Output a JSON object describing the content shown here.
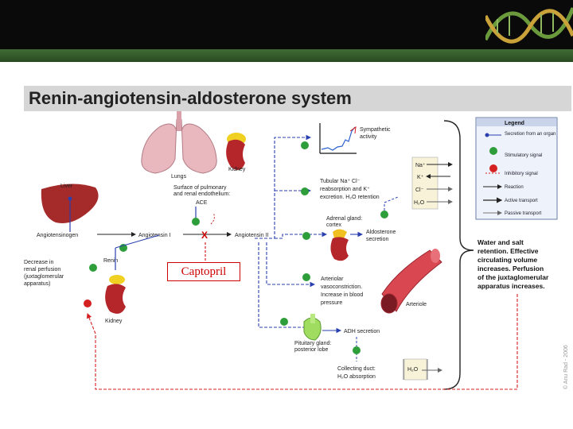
{
  "header": {
    "title": "Renin-angiotensin-aldosterone system"
  },
  "diagram": {
    "labels": {
      "lungs": "Lungs",
      "kidney_top": "Kidney",
      "surface1": "Surface of pulmonary",
      "surface2": "and renal endothelium:",
      "ace": "ACE",
      "liver": "Liver",
      "angiotensinogen": "Angiotensinogen",
      "angiotensin1": "Angiotensin I",
      "angiotensin2": "Angiotensin II",
      "decrease1": "Decrease in",
      "decrease2": "renal perfusion",
      "decrease3": "(juxtaglomerular",
      "decrease4": "apparatus)",
      "renin": "Renin",
      "kidney_bottom": "Kidney",
      "sympathetic1": "Sympathetic",
      "sympathetic2": "activity",
      "tubular1": "Tubular Na⁺ Cl⁻",
      "tubular2": "reabsorption and K⁺",
      "tubular3": "excretion. H₂O retention",
      "adrenal1": "Adrenal gland:",
      "adrenal2": "cortex",
      "aldosterone1": "Aldosterone",
      "aldosterone2": "secretion",
      "arteriolar1": "Arteriolar",
      "arteriolar2": "vasoconstriction.",
      "arteriolar3": "Increase in blood",
      "arteriolar4": "pressure",
      "arteriole": "Arteriole",
      "pituitary1": "Pituitary gland:",
      "pituitary2": "posterior lobe",
      "adh": "ADH secretion",
      "collecting1": "Collecting duct:",
      "collecting2": "H₂O absorption",
      "ion_na": "Na⁺",
      "ion_k": "K⁺",
      "ion_cl": "Cl⁻",
      "ion_h2o": "H₂O",
      "h2o_box": "H₂O",
      "water1": "Water and salt",
      "water2": "retention. Effective",
      "water3": "circulating volume",
      "water4": "increases. Perfusion",
      "water5": "of the juxtaglomerular",
      "water6": "apparatus increases.",
      "inhibit_mark": "X",
      "credit": "© Anu Rad - 2006"
    },
    "legend": {
      "title": "Legend",
      "items": [
        "Secretion from an organ",
        "Stimulatory signal",
        "Inhibitory signal",
        "Reaction",
        "Active transport",
        "Passive transport"
      ]
    },
    "drug_label": "Captopril",
    "colors": {
      "stimulatory": "#2e9e3a",
      "inhibitory": "#d42020",
      "secretion": "#2a3fb0",
      "organ_red": "#b5262b",
      "graph_line": "#2a5fd0"
    }
  }
}
